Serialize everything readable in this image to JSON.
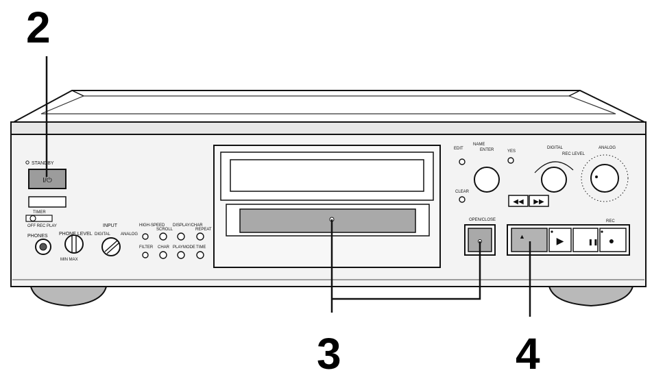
{
  "callouts": {
    "step_2": "2",
    "step_3": "3",
    "step_4": "4"
  },
  "front_panel": {
    "standby_label": "STANDBY",
    "timer_label": "TIMER",
    "timer_modes": "OFF  REC  PLAY",
    "phones_label": "PHONES",
    "phone_level_label": "PHONE LEVEL",
    "volume_sub_label": "MIN  MAX",
    "input_label": "INPUT",
    "input_options": [
      "DIGITAL",
      "ANALOG"
    ],
    "fn_top_labels": [
      "HIGH-SPEED",
      "SCROLL",
      "DISPLAY/CHAR",
      "REPEAT"
    ],
    "fn_bottom_labels": [
      "FILTER",
      "CHAR",
      "PLAYMODE",
      "TIME"
    ],
    "top_btn_labels": [
      "EDIT",
      "NAME",
      "ENTER",
      "YES"
    ],
    "clear_label": "CLEAR",
    "level_labels": [
      "DIGITAL",
      "REC LEVEL",
      "ANALOG"
    ],
    "open_close_label": "OPEN/CLOSE",
    "rec_label": "REC",
    "transport_symbols": {
      "rewind": "◀◀",
      "ffwd": "▶▶",
      "play": "▶",
      "rec": "●",
      "pause": "❚❚"
    }
  }
}
